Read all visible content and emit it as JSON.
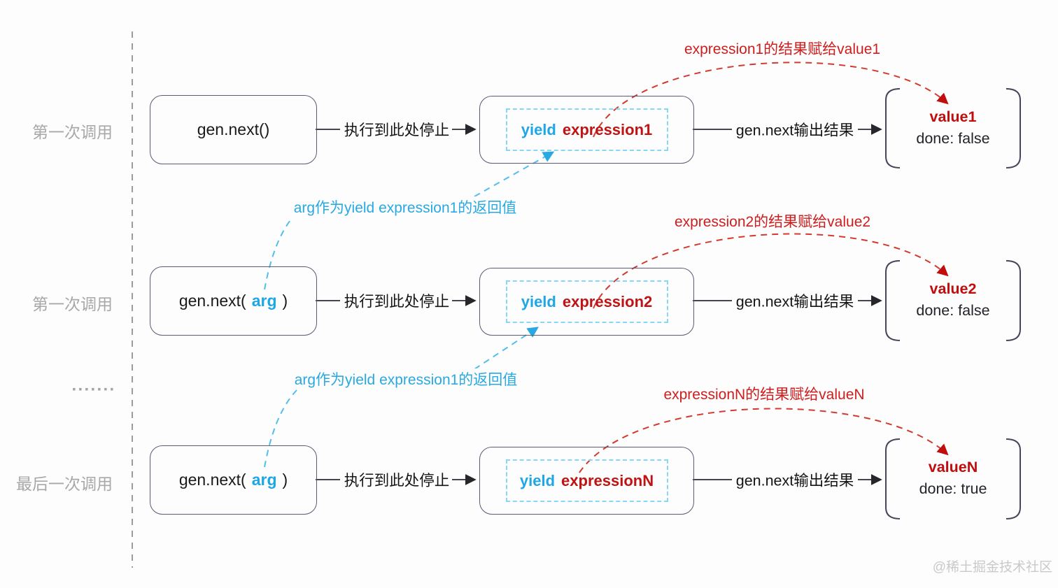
{
  "page": {
    "watermark": "@稀土掘金技术社区",
    "ellipsis": "·······",
    "colors": {
      "cyan_accent": "#29a9e2",
      "red_accent": "#c01313",
      "red_curve": "#d23a30",
      "cyan_curve": "#53bdeb",
      "box_border": "#5a5a75",
      "gray_label": "#a8a8a8",
      "watermark_gray": "#c9c9c9"
    }
  },
  "rows": [
    {
      "label": "第一次调用",
      "call_prefix": "gen.next()",
      "call_arg": "",
      "call_suffix": "",
      "step_label": "执行到此处停止",
      "yield_keyword": "yield",
      "yield_expression": "expression1",
      "output_label": "gen.next输出结果",
      "result_value": "value1",
      "result_done": "done: false",
      "red_note": "expression1的结果赋给value1"
    },
    {
      "label": "第一次调用",
      "call_prefix": "gen.next(",
      "call_arg": "arg",
      "call_suffix": ")",
      "step_label": "执行到此处停止",
      "yield_keyword": "yield",
      "yield_expression": "expression2",
      "output_label": "gen.next输出结果",
      "result_value": "value2",
      "result_done": "done: false",
      "red_note": "expression2的结果赋给value2",
      "cyan_note": "arg作为yield expression1的返回值"
    },
    {
      "label": "最后一次调用",
      "call_prefix": "gen.next(",
      "call_arg": "arg",
      "call_suffix": ")",
      "step_label": "执行到此处停止",
      "yield_keyword": "yield",
      "yield_expression": "expressionN",
      "output_label": "gen.next输出结果",
      "result_value": "valueN",
      "result_done": "done: true",
      "red_note": "expressionN的结果赋给valueN",
      "cyan_note": "arg作为yield expression1的返回值"
    }
  ]
}
